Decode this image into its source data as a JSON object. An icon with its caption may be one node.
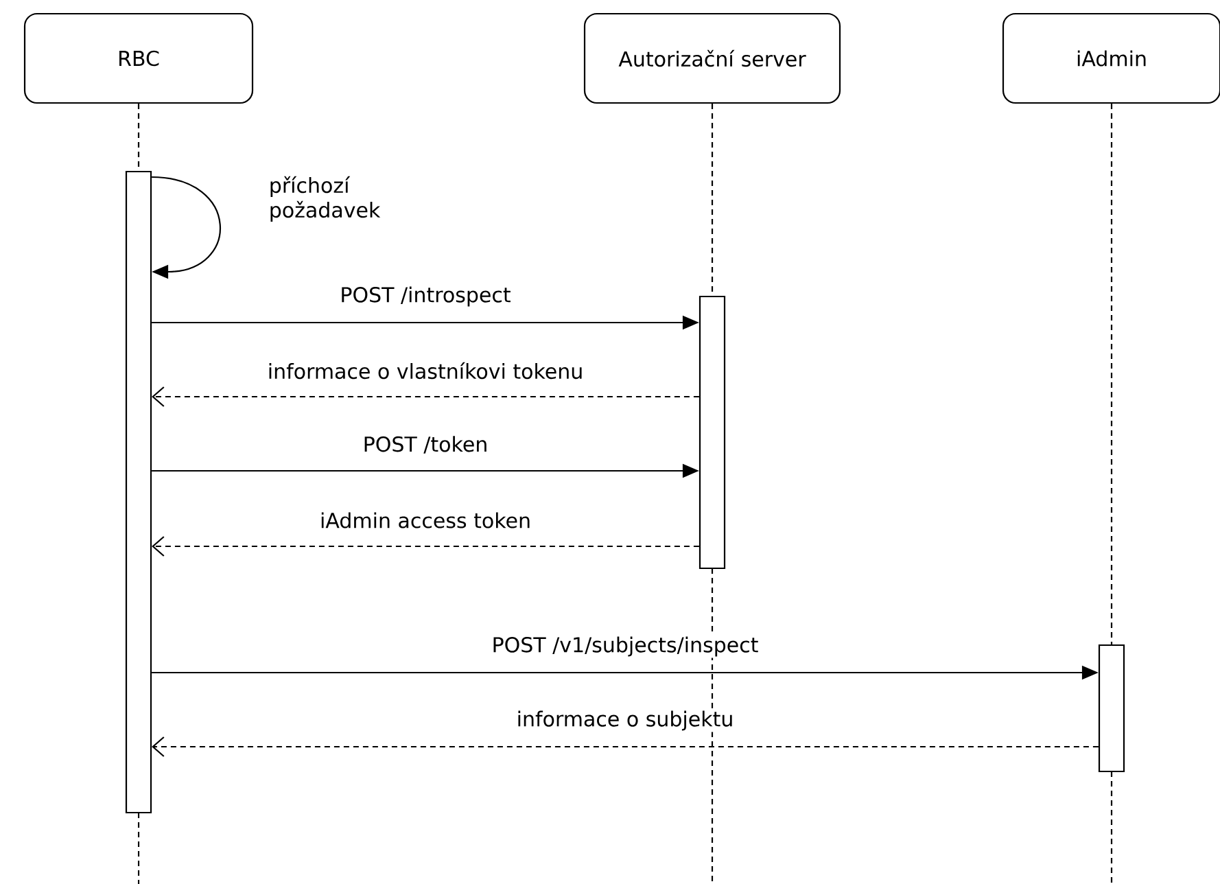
{
  "diagram": {
    "nodes": [
      {
        "text": [
          "RBC"
        ]
      },
      {
        "text": [
          "Autorizační server"
        ]
      },
      {
        "text": [
          "iAdmin"
        ]
      },
      {
        "text": [],
        "shape": "bar"
      },
      {
        "text": [],
        "shape": "bar"
      },
      {
        "text": [],
        "shape": "bar"
      }
    ],
    "edges": [
      {
        "from": 0,
        "to": 3,
        "arrow": "none",
        "style": "dashed"
      },
      {
        "from": 1,
        "to": 4,
        "arrow": "none",
        "style": "dashed"
      },
      {
        "from": 2,
        "to": 5,
        "arrow": "none",
        "style": "dashed"
      },
      {
        "from": 3,
        "to": 3,
        "arrow": "to",
        "label": "příchozí požadavek"
      },
      {
        "from": 3,
        "to": 4,
        "arrow": "to",
        "label": "POST /introspect"
      },
      {
        "from": 4,
        "to": 3,
        "arrow": "to",
        "label": "informace o vlastníkovi tokenu",
        "style": "dashed"
      },
      {
        "from": 3,
        "to": 4,
        "arrow": "to",
        "label": "POST /token"
      },
      {
        "from": 4,
        "to": 3,
        "arrow": "to",
        "label": "iAdmin access token",
        "style": "dashed"
      },
      {
        "from": 3,
        "to": 5,
        "arrow": "to",
        "label": "POST /v1/subjects/inspect"
      },
      {
        "from": 5,
        "to": 3,
        "arrow": "to",
        "label": "informace o subjektu",
        "style": "dashed"
      }
    ]
  }
}
